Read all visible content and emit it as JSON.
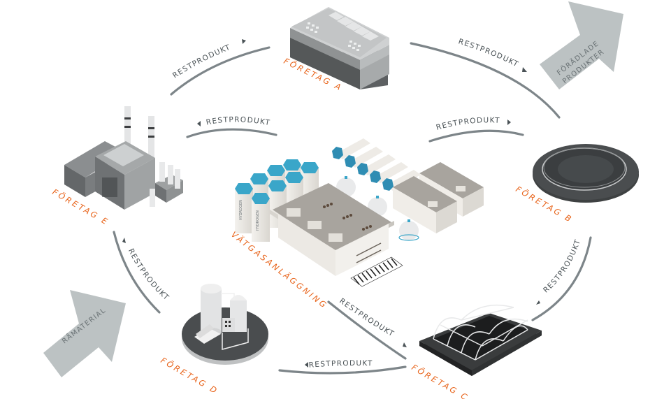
{
  "colors": {
    "accent_orange": "#e8641b",
    "flow_line_gray": "#7d8589",
    "big_arrow_gray": "#bcc2c3",
    "tank_cap_blue": "#3aa6c9",
    "dark_platform": "#4a4d4f"
  },
  "big_arrows": {
    "input": {
      "label": "RÅMATERIAL",
      "icon": "big-arrow-up-right"
    },
    "output": {
      "label_line1": "FÖRÄDLADE",
      "label_line2": "PRODUKTER",
      "icon": "big-arrow-up-right"
    }
  },
  "nodes": {
    "hub": {
      "label": "VÄTGASANLÄGGNING",
      "tank_text": "HYDROGEN",
      "icon": "hydrogen-plant-icon"
    },
    "a": {
      "label": "FÖRETAG A",
      "icon": "office-building-icon"
    },
    "b": {
      "label": "FÖRETAG B",
      "icon": "circular-pond-icon"
    },
    "c": {
      "label": "FÖRETAG C",
      "icon": "greenhouse-icon"
    },
    "d": {
      "label": "FÖRETAG D",
      "icon": "silo-platform-icon"
    },
    "e": {
      "label": "FÖRETAG E",
      "icon": "factory-chimney-icon"
    }
  },
  "flows": [
    {
      "id": "e-to-a",
      "label": "RESTPRODUKT",
      "direction": "forward"
    },
    {
      "id": "a-to-b",
      "label": "RESTPRODUKT",
      "direction": "forward"
    },
    {
      "id": "hub-to-b",
      "label": "RESTPRODUKT",
      "direction": "forward"
    },
    {
      "id": "hub-to-e",
      "label": "RESTPRODUKT",
      "direction": "backward"
    },
    {
      "id": "b-to-c",
      "label": "RESTPRODUKT",
      "direction": "backward"
    },
    {
      "id": "hub-to-c",
      "label": "RESTPRODUKT",
      "direction": "forward"
    },
    {
      "id": "c-to-d",
      "label": "RESTPRODUKT",
      "direction": "backward"
    },
    {
      "id": "d-to-e",
      "label": "RESTPRODUKT",
      "direction": "backward"
    }
  ]
}
